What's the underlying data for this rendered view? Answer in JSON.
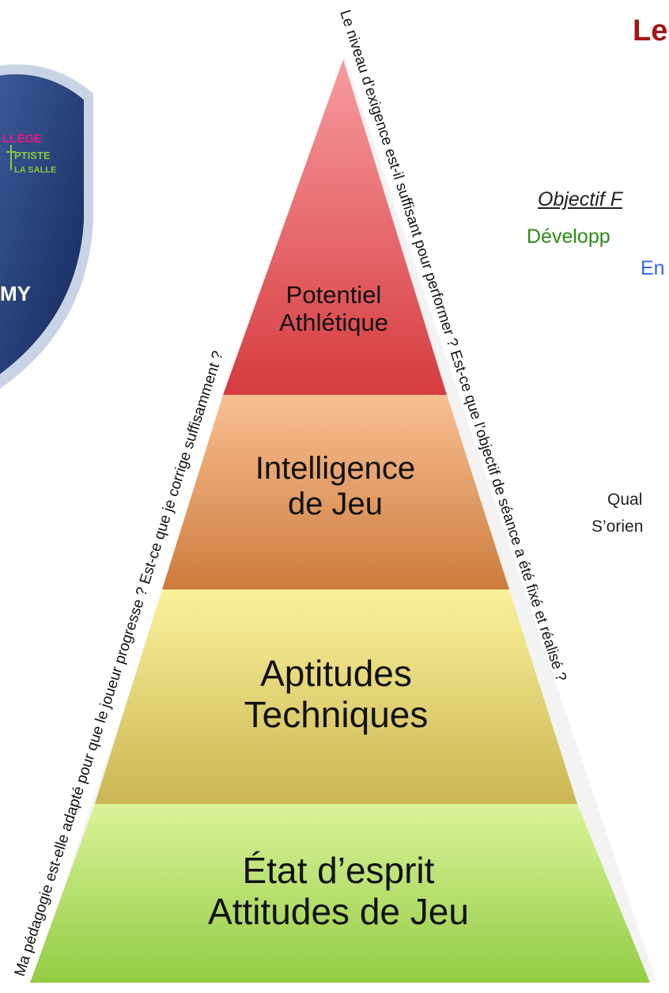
{
  "header": {
    "title_fragment": "Le"
  },
  "right_panel": {
    "objectif": "Objectif F",
    "developpement": "Développ",
    "en": "En",
    "qual": "Qual",
    "orien": "S’orien"
  },
  "badge": {
    "line1": "LLÈGE",
    "line2": "PTISTE",
    "line3": "LA SALLE",
    "line4": "MY"
  },
  "pyramid": {
    "tiers": [
      {
        "line1": "Potentiel",
        "line2": "Athlétique"
      },
      {
        "line1": "Intelligence",
        "line2": "de Jeu"
      },
      {
        "line1": "Aptitudes",
        "line2": "Techniques"
      },
      {
        "line1": "État d’esprit",
        "line2": "Attitudes de Jeu"
      }
    ],
    "left_question": "Ma pédagogie est-elle adapté pour que le joueur progresse ? Est-ce que je corrige suffisamment ?",
    "right_question": "Le niveau d’exigence est-il suffisant pour performer ? Est-ce que l’objectif de séance a été fixé et réalisé ?"
  },
  "colors": {
    "title": "#a31515",
    "developpement": "#2e8b16",
    "en": "#3366ee",
    "badge_blue": "#1e3c7c",
    "badge_pink": "#e6197d",
    "badge_green": "#8cc63f"
  }
}
